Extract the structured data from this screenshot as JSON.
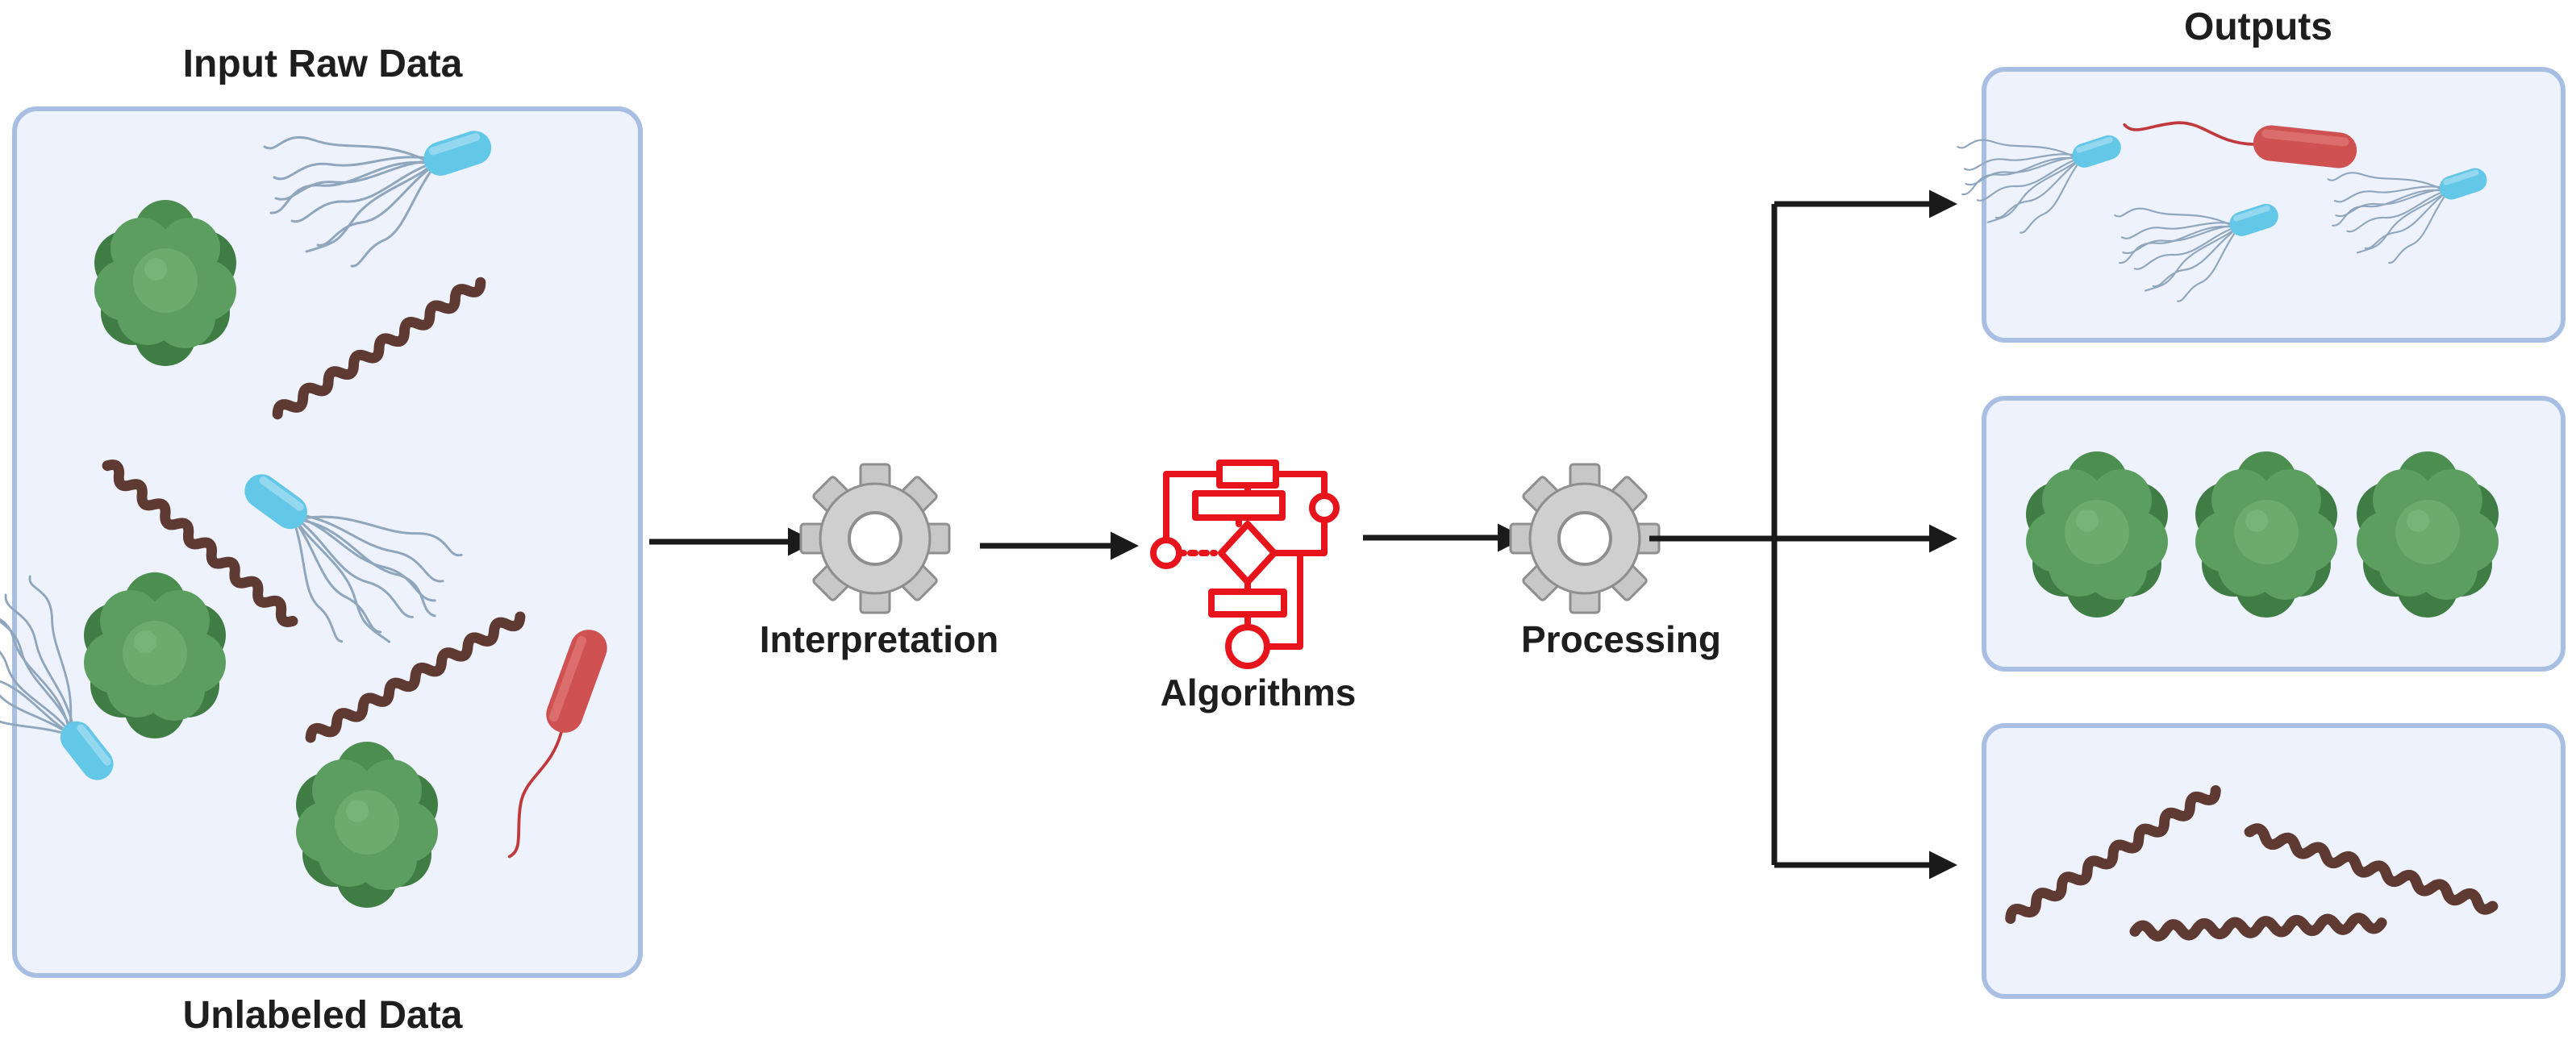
{
  "labels": {
    "input_title": "Input Raw Data",
    "input_caption": "Unlabeled Data",
    "interpretation": "Interpretation",
    "algorithms": "Algorithms",
    "processing": "Processing",
    "outputs_title": "Outputs"
  },
  "colors": {
    "panel_fill": "#edf2fc",
    "panel_border": "#a8bfe3",
    "arrow": "#1a1a1a",
    "gear": "#c7c7c7",
    "gear_stroke": "#8e8e8e",
    "algorithm_icon": "#e8141c",
    "coccus": "#5c9e5f",
    "coccus_dark": "#3f7d45",
    "spirochete": "#5e3a32",
    "rod": "#cf5151",
    "flagellated_body": "#63c7e8",
    "flagella": "#8fa6bd"
  },
  "icons": {
    "gear": "gear-icon",
    "algorithm": "algorithm-flowchart-icon",
    "coccus": "coccus-cluster-icon",
    "spirochete": "spirochete-icon",
    "rod": "rod-bacterium-icon",
    "flagellated": "flagellated-bacterium-icon"
  }
}
